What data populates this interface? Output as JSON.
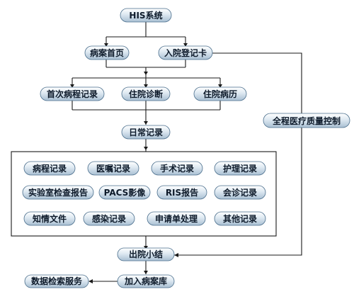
{
  "nodes": {
    "his_system": "HIS系统",
    "case_front_page": "病案首页",
    "admission_card": "入院登记卡",
    "first_course_record": "首次病程记录",
    "admission_diagnosis": "住院诊断",
    "inpatient_history": "住院病历",
    "daily_record": "日常记录",
    "quality_control": "全程医疗质量控制",
    "discharge_summary": "出院小结",
    "add_to_archive": "加入病案库",
    "retrieval_service": "数据检索服务"
  },
  "daily_records": [
    "病程记录",
    "医嘱记录",
    "手术记录",
    "护理记录",
    "实验室检查报告",
    "PACS影像",
    "RIS报告",
    "会诊记录",
    "知情文件",
    "感染记录",
    "申请单处理",
    "其他记录"
  ]
}
